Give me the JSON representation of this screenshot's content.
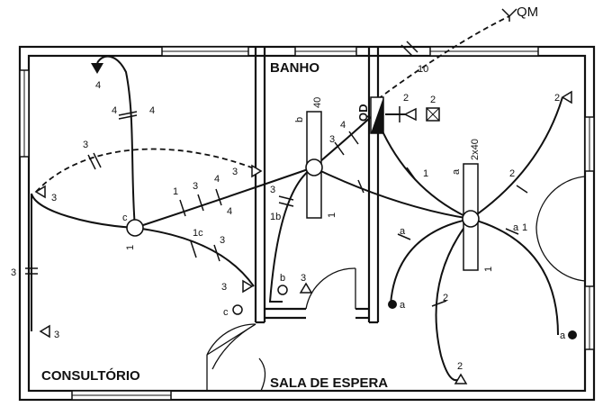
{
  "rooms": {
    "consultorio": "CONSULTÓRIO",
    "banho": "BANHO",
    "sala": "SALA DE ESPERA"
  },
  "panels": {
    "qm": "QM",
    "qd": "QD"
  },
  "lamps": {
    "consultorio_id": "c",
    "consultorio_circuit": "1",
    "banho_rating": "40",
    "banho_id": "b",
    "banho_circuit": "1",
    "sala_rating": "2x40",
    "sala_id": "a",
    "sala_circuit": "1"
  },
  "labels": {
    "c_top_outlet": "4",
    "c_wire_4a": "4",
    "c_wire_4b": "4",
    "c_wire_3a": "3",
    "c_left_outlet": "3",
    "c_bottom_outlet": "3",
    "c_left_wire": "3",
    "c_mid_outlet": "3",
    "c_arr_1": "1",
    "c_arr_3": "3",
    "c_arr_4a": "4",
    "c_arr_4b": "4",
    "c_1c": "1c",
    "c_1c_3": "3",
    "c_switch_3": "3",
    "c_switch_c": "c",
    "b_wire_3": "3",
    "b_wire_1b": "1b",
    "b_switch_b": "b",
    "b_outlet_3": "3",
    "b_wire_3b": "3",
    "b_wire_4": "4",
    "qd_2": "2",
    "qd_2b": "2",
    "qm_10": "10",
    "s_right_outlet": "2",
    "s_wire_1": "1",
    "s_wire_2": "2",
    "s_wire_a1": "a",
    "s_wire_a2": "a",
    "s_wire_1b": "1",
    "s_wire_2b": "2",
    "s_switch_a": "a",
    "s_switch_a2": "a",
    "s_bottom_outlet": "2"
  }
}
